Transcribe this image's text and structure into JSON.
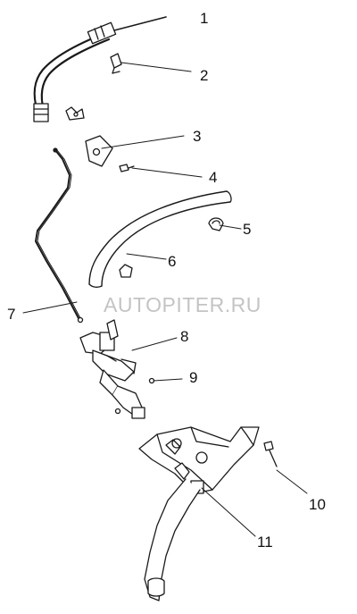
{
  "watermark": "AUTOPITER.RU",
  "callouts": {
    "c1": "1",
    "c2": "2",
    "c3": "3",
    "c4": "4",
    "c5": "5",
    "c6": "6",
    "c7": "7",
    "c8": "8",
    "c9": "9",
    "c10": "10",
    "c11": "11"
  },
  "colors": {
    "line": "#1a1a1a",
    "background": "#ffffff",
    "watermark": "#c4c4c4"
  }
}
